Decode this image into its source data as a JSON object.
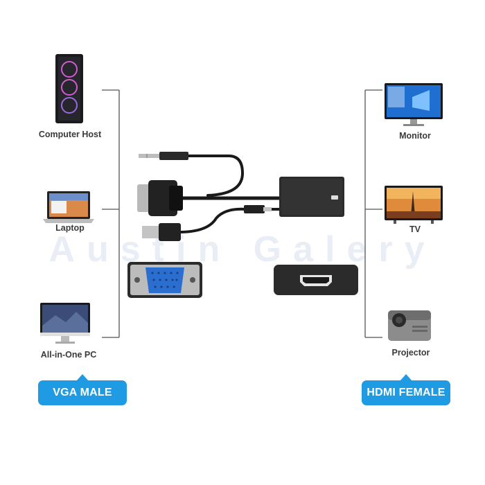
{
  "watermark": "Austin Galery",
  "left_devices": [
    {
      "label": "Computer Host",
      "icon": "computer-tower-icon"
    },
    {
      "label": "Laptop",
      "icon": "laptop-icon"
    },
    {
      "label": "All-in-One PC",
      "icon": "all-in-one-pc-icon"
    }
  ],
  "right_devices": [
    {
      "label": "Monitor",
      "icon": "monitor-icon"
    },
    {
      "label": "TV",
      "icon": "tv-icon"
    },
    {
      "label": "Projector",
      "icon": "projector-icon"
    }
  ],
  "badges": {
    "left": "VGA MALE",
    "right": "HDMI FEMALE"
  },
  "colors": {
    "badge": "#1e9be3",
    "connector_line": "#555555",
    "cable": "#1a1a1a",
    "vga_port": "#2a6fd0",
    "adapter_box": "#2b2b2b"
  }
}
